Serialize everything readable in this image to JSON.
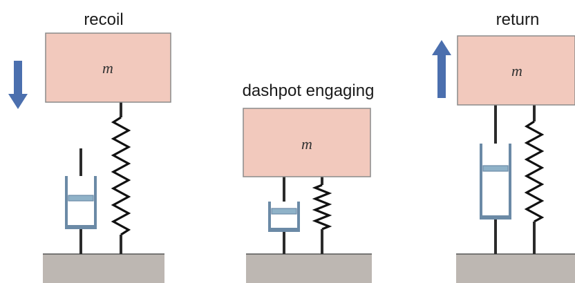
{
  "colors": {
    "mass_fill": "#f2c9bd",
    "mass_stroke": "#8a8a8a",
    "rod": "#2b2b2b",
    "spring": "#111111",
    "dashpot_outline": "#6b8aa6",
    "dashpot_fill": "#ffffff",
    "piston": "#8fb2c8",
    "ground_fill": "#bdb7b2",
    "ground_stroke": "#555555",
    "arrow": "#4b6fae"
  },
  "panels": [
    {
      "title": "recoil",
      "mass_symbol": "m",
      "arrow": "down-arrow-icon"
    },
    {
      "title": "dashpot engaging",
      "mass_symbol": "m",
      "arrow": ""
    },
    {
      "title": "return",
      "mass_symbol": "m",
      "arrow": "up-arrow-icon"
    }
  ]
}
